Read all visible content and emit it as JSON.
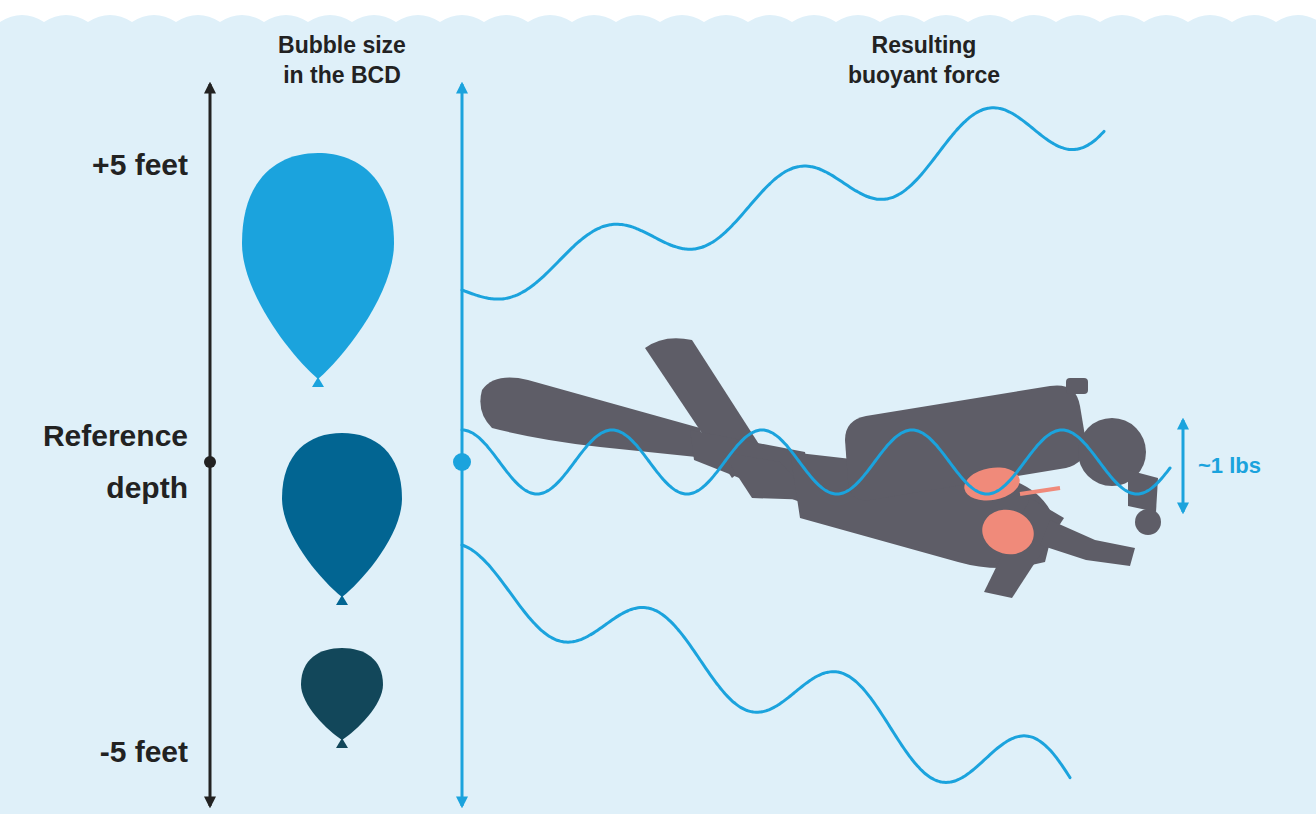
{
  "diagram": {
    "labels": [
      "Bubble size in the BCD",
      "Resulting buoyant force",
      "+5 feet",
      "Reference depth",
      "-5 feet",
      "~1 lbs"
    ]
  }
}
